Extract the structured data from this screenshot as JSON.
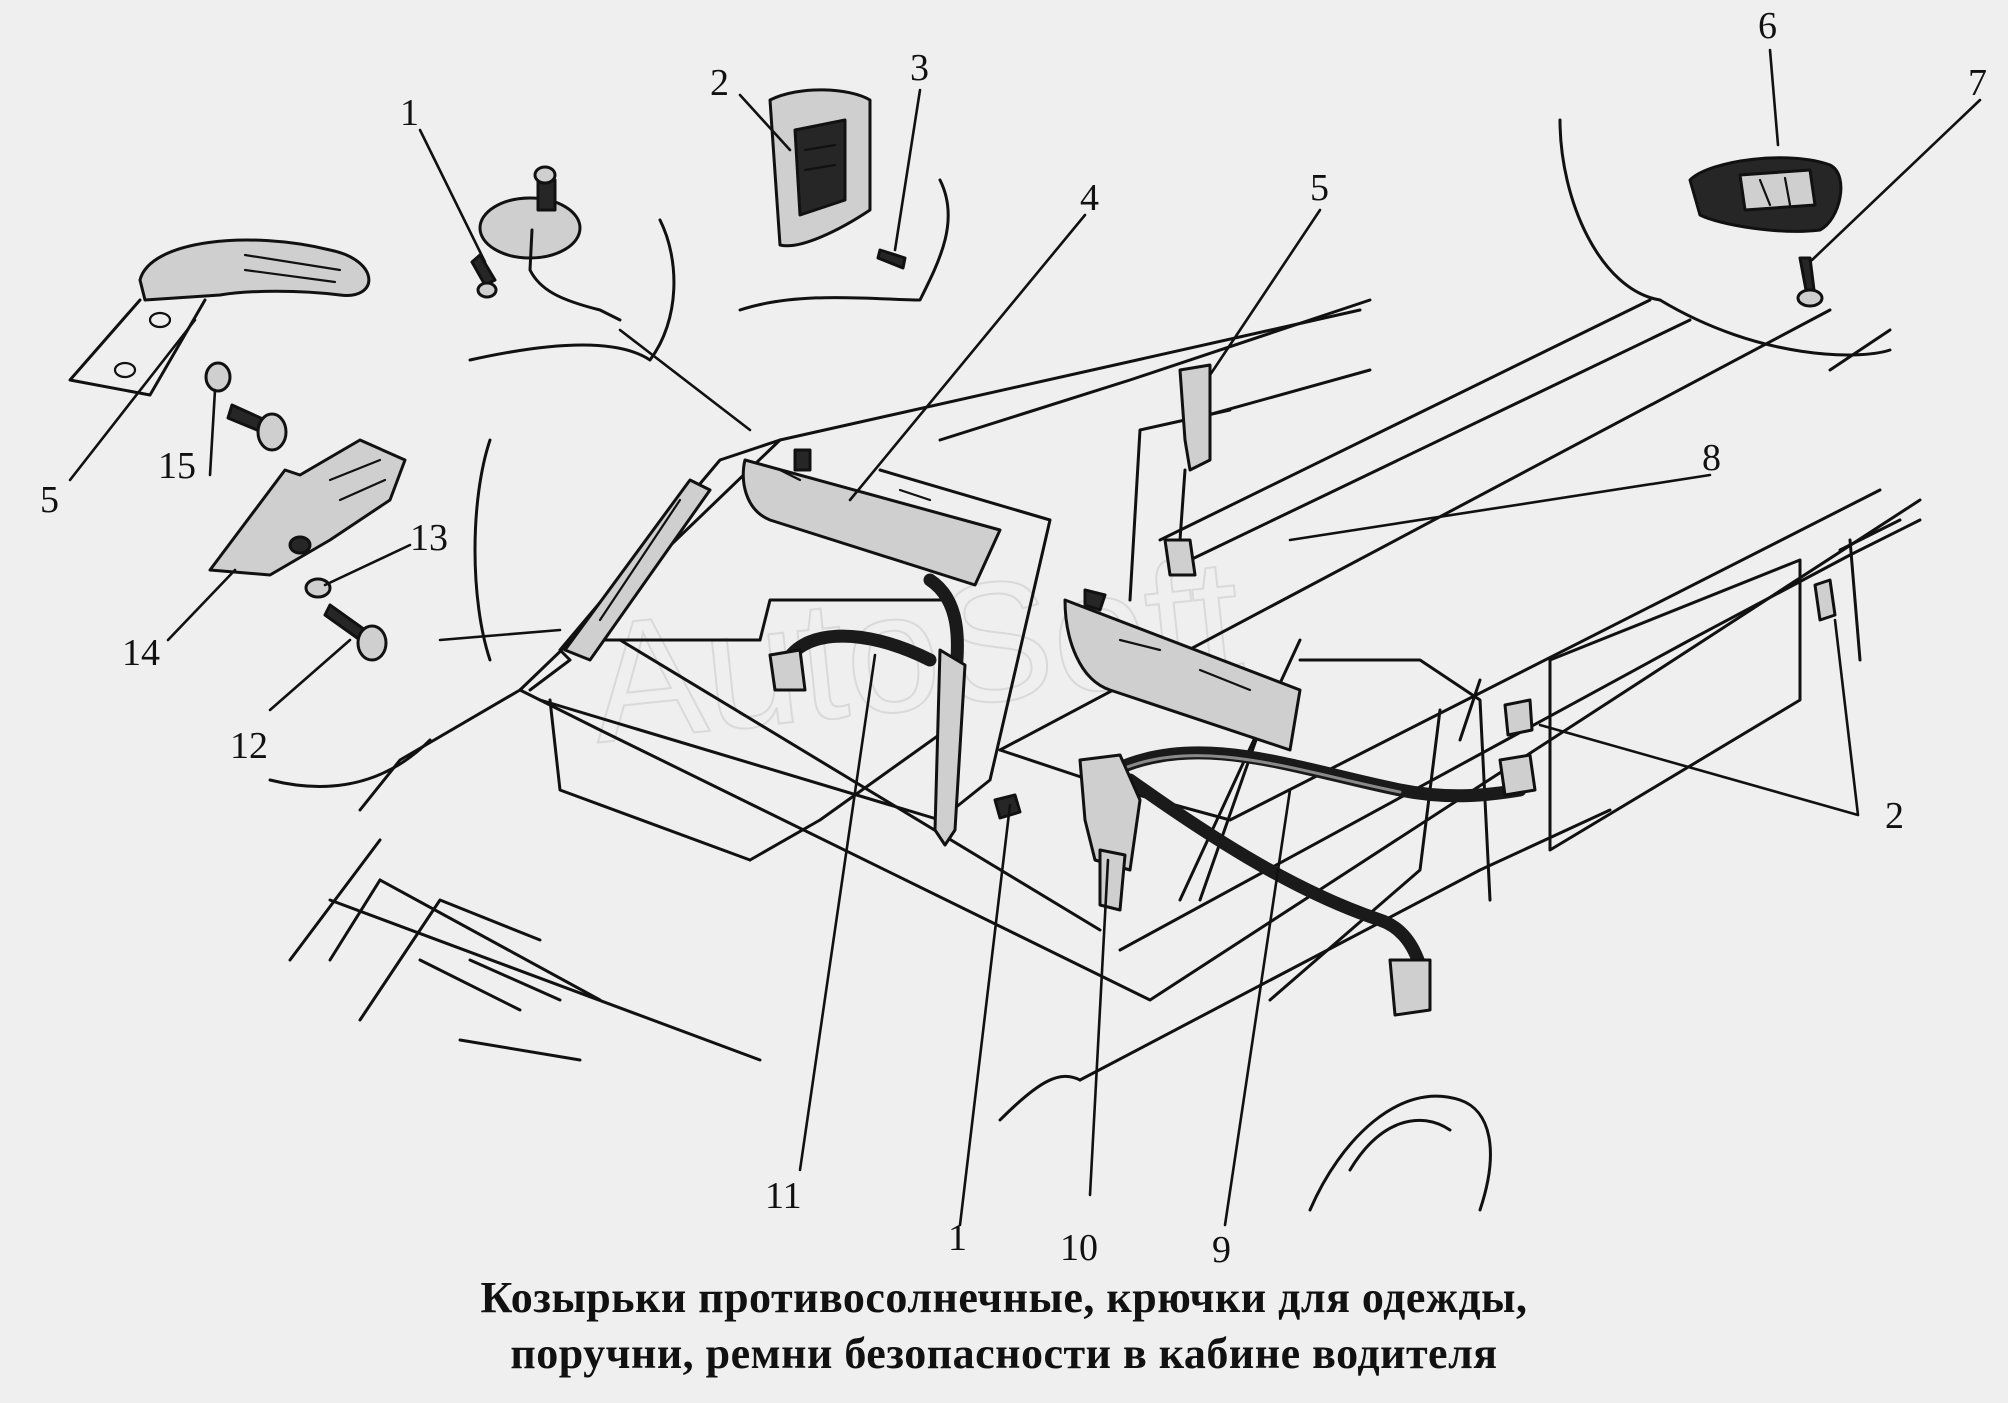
{
  "caption": {
    "line1": "Козырьки противосолнечные, крючки для одежды,",
    "line2": "поручни, ремни безопасности в кабине водителя"
  },
  "watermark": "AutoSoft",
  "callouts": [
    "1",
    "2",
    "3",
    "4",
    "5",
    "5",
    "6",
    "7",
    "8",
    "2",
    "15",
    "13",
    "14",
    "12",
    "11",
    "1",
    "10",
    "9"
  ]
}
